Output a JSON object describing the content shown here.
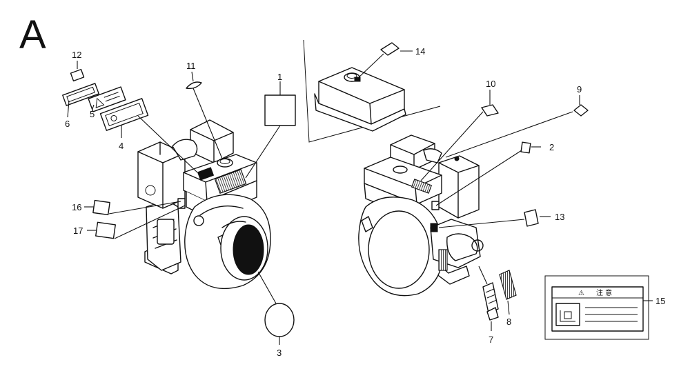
{
  "section_label": "A",
  "callouts": {
    "c1": "1",
    "c2": "2",
    "c3": "3",
    "c4": "4",
    "c5": "5",
    "c6": "6",
    "c7": "7",
    "c8": "8",
    "c9": "9",
    "c10": "10",
    "c11": "11",
    "c12": "12",
    "c13": "13",
    "c14": "14",
    "c15": "15",
    "c16": "16",
    "c17": "17"
  },
  "label15": {
    "warning_symbol": "⚠",
    "heading": "注 意"
  },
  "colors": {
    "line": "#111111",
    "background": "#ffffff"
  }
}
